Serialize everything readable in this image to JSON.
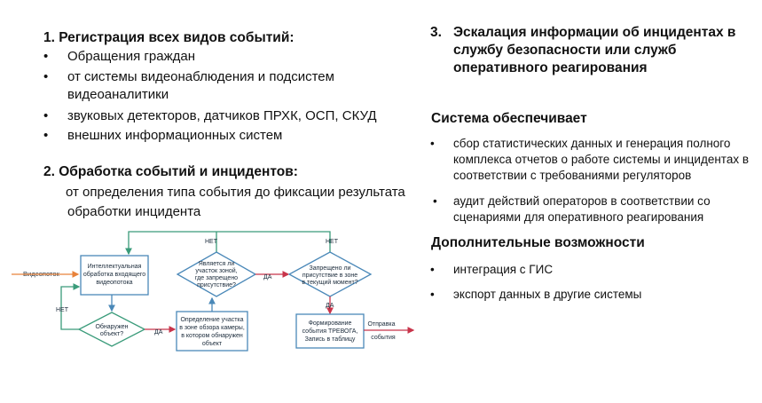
{
  "left": {
    "section1": {
      "title": "1. Регистрация всех видов событий:",
      "items": [
        "Обращения граждан",
        "от системы видеонаблюдения и подсистем",
        "видеоаналитики",
        "звуковых  детекторов, датчиков ПРХК, ОСП, СКУД",
        "внешних информационных систем"
      ]
    },
    "section2": {
      "title": "2.   Обработка событий и инцидентов:",
      "line1": "от определения типа события до фиксации результата",
      "line2": "обработки инцидента"
    }
  },
  "right": {
    "section3": {
      "num": "3.",
      "line1": "Эскалация информации об инцидентах в",
      "line2": "службу безопасности или служб",
      "line3": "оперативного реагирования"
    },
    "system": {
      "title": "Система обеспечивает",
      "item1": [
        "сбор статистических данных и генерация полного",
        "комплекса отчетов о работе системы и инцидентах в",
        "соответствии с требованиями регуляторов"
      ],
      "item2": [
        "аудит действий операторов в соответствии со",
        "сценариями для оперативного реагирования"
      ]
    },
    "extra": {
      "title": "Дополнительные возможности",
      "items": [
        "интеграция с ГИС",
        "экспорт данных в другие системы"
      ]
    }
  },
  "flow": {
    "colors": {
      "box": "#4a88b8",
      "arrow_in": "#e8823a",
      "loop": "#3a9b7a",
      "arrow_next": "#c8344a",
      "text": "#1a2a3a"
    },
    "input": "Видеопоток",
    "output": [
      "Отправка",
      "события"
    ],
    "proc": [
      "Интеллектуальная",
      "обработка входящего",
      "видеопотока"
    ],
    "detected": [
      "Обнаружен",
      "объект?"
    ],
    "zone_q": [
      "Является ли",
      "участок зоной,",
      "где запрещено",
      "присутствие?"
    ],
    "locate": [
      "Определение участка",
      "в зоне обзора камеры,",
      "в котором обнаружен",
      "объект"
    ],
    "time_q": [
      "Запрещено ли",
      "присутствие в зоне",
      "в текущий момент?"
    ],
    "alarm": [
      "Формирование",
      "события ТРЕВОГА,",
      "Запись в таблицу"
    ],
    "yes": "ДА",
    "no": "НЕТ"
  }
}
